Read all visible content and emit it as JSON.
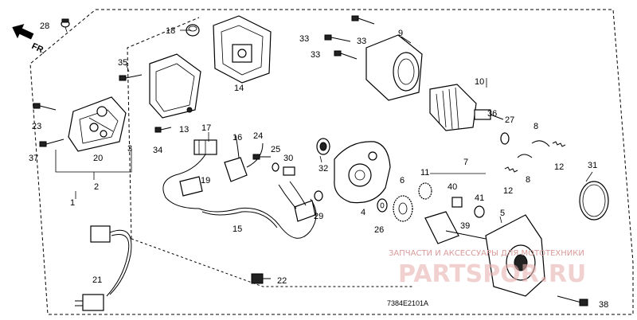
{
  "diagram_code": "7384E2101A",
  "front_marker": "FR.",
  "watermark": {
    "line1": "ЗАПЧАСТИ И АКСЕССУАРЫ ДЛЯ МОТОТЕХНИКИ",
    "line2": "PARTSPOR.RU"
  },
  "part_labels": {
    "p1": "1",
    "p2": "2",
    "p3": "3",
    "p4": "4",
    "p5": "5",
    "p6": "6",
    "p7": "7",
    "p8a": "8",
    "p8b": "8",
    "p9": "9",
    "p10": "10",
    "p11": "11",
    "p12a": "12",
    "p12b": "12",
    "p13": "13",
    "p14": "14",
    "p15": "15",
    "p16": "16",
    "p17": "17",
    "p18": "18",
    "p19": "19",
    "p20": "20",
    "p21": "21",
    "p22": "22",
    "p23": "23",
    "p24": "24",
    "p25": "25",
    "p26": "26",
    "p27": "27",
    "p28": "28",
    "p29": "29",
    "p30": "30",
    "p31": "31",
    "p32": "32",
    "p33a": "33",
    "p33b": "33",
    "p33c": "33",
    "p34": "34",
    "p35": "35",
    "p36": "36",
    "p37": "37",
    "p38": "38",
    "p39": "39",
    "p40": "40",
    "p41": "41"
  }
}
